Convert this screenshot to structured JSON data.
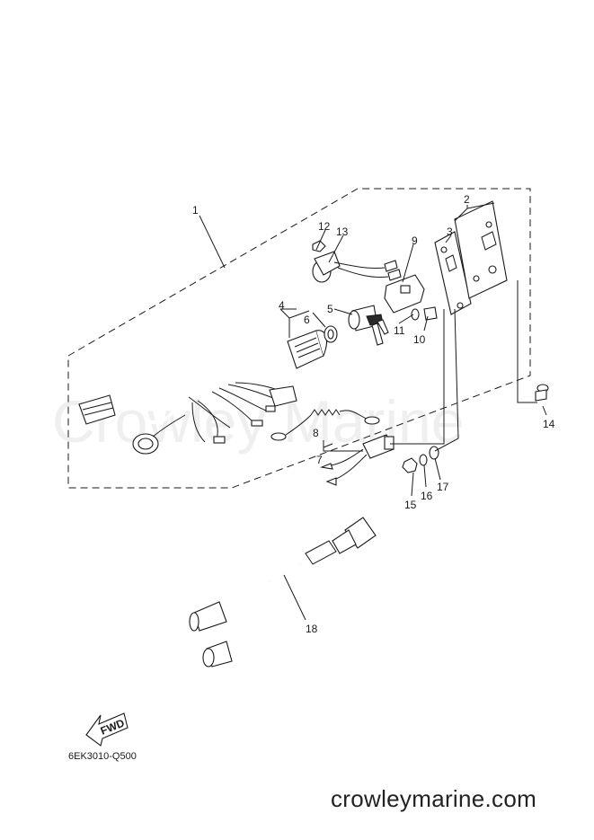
{
  "diagram": {
    "watermark": "Crowley Marine",
    "drawing_code": "6EK3010-Q500",
    "site_footer": "crowleymarine.com",
    "fwd_label": "FWD",
    "callouts": [
      "1",
      "2",
      "3",
      "4",
      "5",
      "6",
      "7",
      "8",
      "9",
      "10",
      "11",
      "12",
      "13",
      "14",
      "15",
      "16",
      "17",
      "18"
    ]
  }
}
